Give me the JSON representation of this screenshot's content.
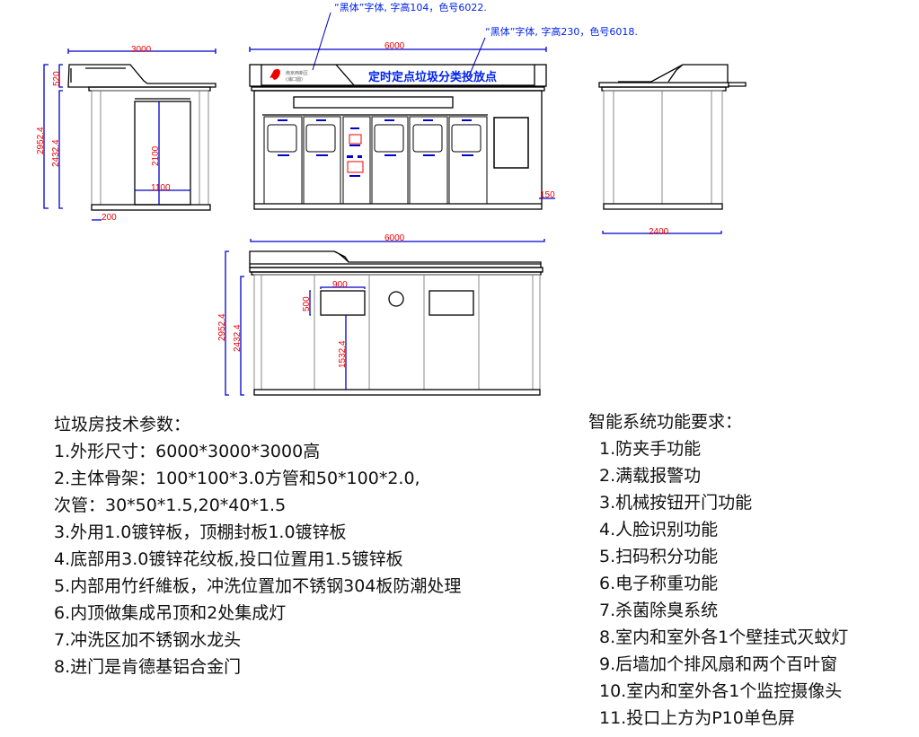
{
  "annotations": {
    "font_note_small": "“黑体”字体, 字高104，色号6022.",
    "font_note_large": "“黑体”字体, 字高230，色号6018."
  },
  "sign": {
    "title": "定时定点垃圾分类投放点",
    "logo_line1": "南京西新区",
    "logo_line2": "(浦口圆)"
  },
  "dimensions": {
    "side_width": "3000",
    "roof_height": "520",
    "total_height": "2952.4",
    "body_height": "2432.4",
    "door_height": "2100",
    "door_width": "1100",
    "base_offset": "200",
    "front_width": "6000",
    "base_step": "150",
    "right_width": "2400",
    "back_width": "6000",
    "back_total_height": "2952.4",
    "back_body_height": "2432.4",
    "window_width": "900",
    "window_height": "500",
    "window_sill": "1532.4"
  },
  "specs": {
    "title": "垃圾房技术参数：",
    "items": [
      "1.外形尺寸：6000*3000*3000高",
      "2.主体骨架：100*100*3.0方管和50*100*2.0,",
      "次管：30*50*1.5,20*40*1.5",
      "3.外用1.0镀锌板，顶棚封板1.0镀锌板",
      "4.底部用3.0镀锌花纹板,投口位置用1.5镀锌板",
      "5.内部用竹纤維板，冲洗位置加不锈钢304板防潮处理",
      "6.内顶做集成吊顶和2处集成灯",
      "7.冲洗区加不锈钢水龙头",
      "8.进门是肯德基铝合金门"
    ]
  },
  "smart": {
    "title": "智能系统功能要求：",
    "items": [
      "1.防夹手功能",
      "2.满载报警功",
      "3.机械按钮开门功能",
      "4.人脸识别功能",
      "5.扫码积分功能",
      "6.电子称重功能",
      "7.杀菌除臭系统",
      "8.室内和室外各1个壁挂式灭蚊灯",
      "9.后墙加个排风扇和两个百叶窗",
      "10.室内和室外各1个监控摄像头",
      "11.投口上方为P10单色屏"
    ]
  }
}
